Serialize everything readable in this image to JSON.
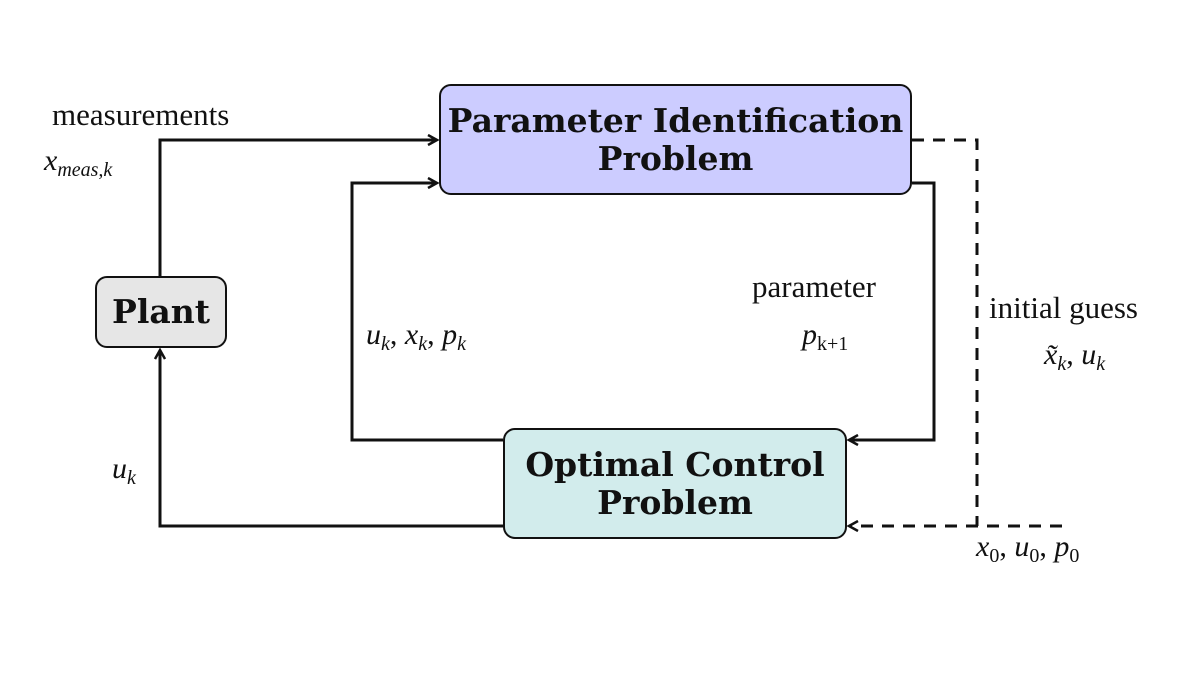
{
  "colors": {
    "plant_fill": "#e6e6e6",
    "pip_fill": "#ccccff",
    "ocp_fill": "#d2ecec",
    "line": "#111111"
  },
  "blocks": {
    "plant": {
      "label": "Plant"
    },
    "pip": {
      "line1": "Parameter Identification",
      "line2": "Problem"
    },
    "ocp": {
      "line1": "Optimal Control",
      "line2": "Problem"
    }
  },
  "labels": {
    "measurements": {
      "text": "measurements",
      "var": "x",
      "sub": "meas,k"
    },
    "loop_feedback": {
      "u": "u",
      "x": "x",
      "p": "p",
      "sub": "k"
    },
    "parameter": {
      "text": "parameter",
      "var": "p",
      "sub": "k+1"
    },
    "initial_guess": {
      "text": "initial guess",
      "x": "x̃",
      "u": "u",
      "sub": "k"
    },
    "control_input": {
      "var": "u",
      "sub": "k"
    },
    "init_values": {
      "x": "x",
      "u": "u",
      "p": "p",
      "sub": "0"
    }
  },
  "connections": [
    {
      "from": "plant",
      "to": "pip",
      "label": "measurements x_meas,k",
      "style": "solid"
    },
    {
      "from": "ocp",
      "to": "pip",
      "label": "u_k, x_k, p_k",
      "style": "solid"
    },
    {
      "from": "pip",
      "to": "ocp",
      "label": "parameter p_k+1",
      "style": "solid"
    },
    {
      "from": "pip",
      "to": "ocp",
      "label": "initial guess x̃_k, u_k",
      "style": "dashed"
    },
    {
      "from": "external",
      "to": "ocp",
      "label": "x_0, u_0, p_0",
      "style": "dashed"
    },
    {
      "from": "ocp",
      "to": "plant",
      "label": "u_k",
      "style": "solid"
    }
  ]
}
